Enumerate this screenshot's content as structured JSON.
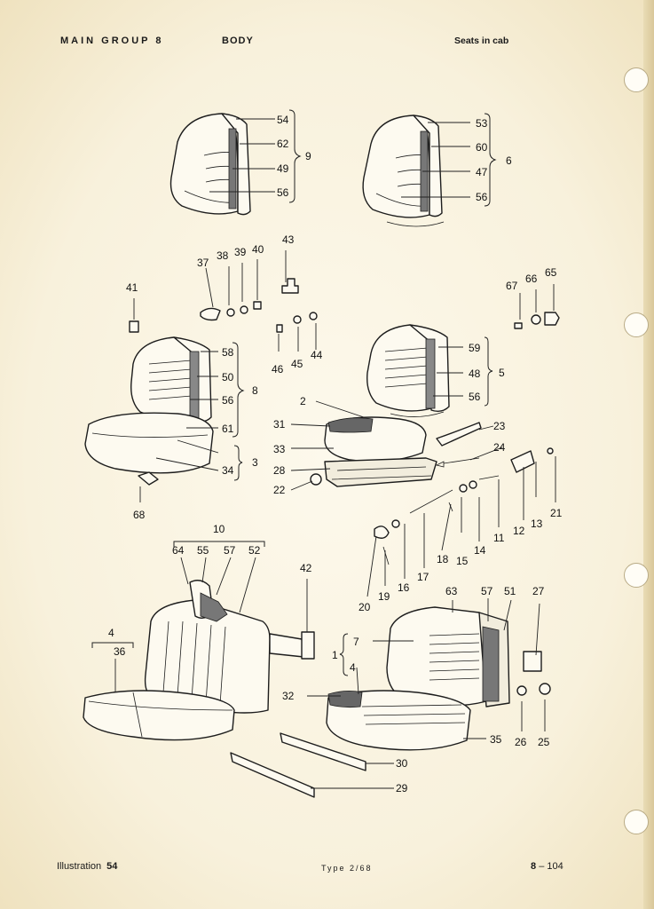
{
  "header": {
    "group": "MAIN GROUP 8",
    "category": "BODY",
    "section": "Seats in cab"
  },
  "footer": {
    "illustration_label": "Illustration",
    "illustration_number": "54",
    "type": "Type 2/68",
    "page_prefix": "8",
    "page_suffix": "– 104"
  },
  "callouts": {
    "c54": "54",
    "c62": "62",
    "c49": "49",
    "c56a": "56",
    "c9": "9",
    "c53": "53",
    "c60": "60",
    "c47": "47",
    "c56b": "56",
    "c6": "6",
    "c43": "43",
    "c37": "37",
    "c38": "38",
    "c39": "39",
    "c40": "40",
    "c41": "41",
    "c67": "67",
    "c66": "66",
    "c65": "65",
    "c46": "46",
    "c45": "45",
    "c44": "44",
    "c58": "58",
    "c50": "50",
    "c56c": "56",
    "c61": "61",
    "c8": "8",
    "c59": "59",
    "c48": "48",
    "c56d": "56",
    "c5": "5",
    "c2": "2",
    "c31": "31",
    "c33": "33",
    "c28": "28",
    "c22": "22",
    "c23": "23",
    "c24": "24",
    "c34": "34",
    "c3": "3",
    "c68": "68",
    "c21": "21",
    "c13": "13",
    "c12": "12",
    "c11": "11",
    "c14": "14",
    "c15": "15",
    "c18": "18",
    "c17": "17",
    "c16": "16",
    "c19": "19",
    "c20": "20",
    "c10": "10",
    "c64": "64",
    "c55": "55",
    "c57a": "57",
    "c52": "52",
    "c42": "42",
    "c4a": "4",
    "c36": "36",
    "c63": "63",
    "c57b": "57",
    "c51": "51",
    "c27": "27",
    "c7": "7",
    "c1": "1",
    "c4b": "4",
    "c32": "32",
    "c35": "35",
    "c26": "26",
    "c25": "25",
    "c30": "30",
    "c29": "29"
  }
}
